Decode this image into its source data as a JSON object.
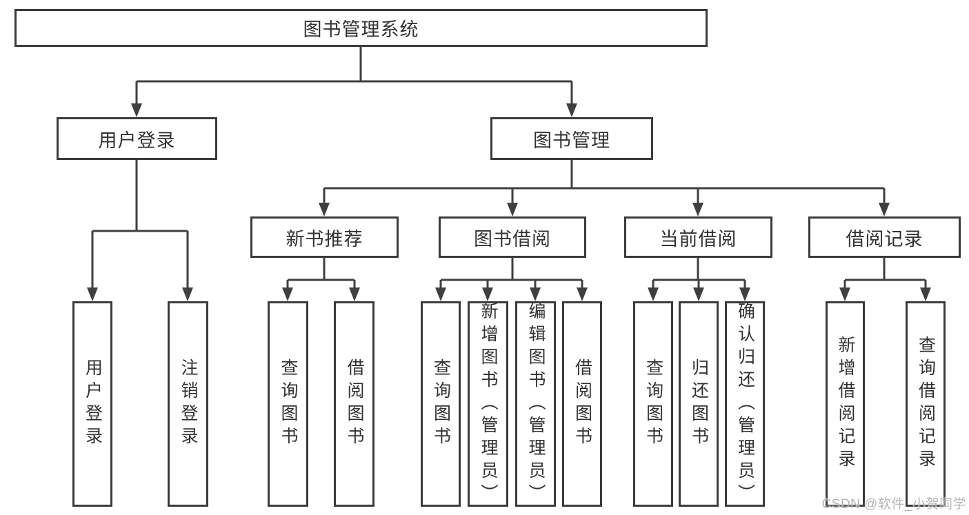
{
  "root": {
    "label": "图书管理系统"
  },
  "level2": {
    "user_login": {
      "label": "用户登录",
      "children": [
        {
          "label": "用户登录"
        },
        {
          "label": "注销登录"
        }
      ]
    },
    "book_mgmt": {
      "label": "图书管理",
      "sections": [
        {
          "label": "新书推荐",
          "children": [
            {
              "label": "查询图书"
            },
            {
              "label": "借阅图书"
            }
          ]
        },
        {
          "label": "图书借阅",
          "children": [
            {
              "label": "查询图书"
            },
            {
              "label": "新增图书（管理员）"
            },
            {
              "label": "编辑图书（管理员）"
            },
            {
              "label": "借阅图书"
            }
          ]
        },
        {
          "label": "当前借阅",
          "children": [
            {
              "label": "查询图书"
            },
            {
              "label": "归还图书"
            },
            {
              "label": "确认归还（管理员）"
            }
          ]
        },
        {
          "label": "借阅记录",
          "children": [
            {
              "label": "新增借阅记录"
            },
            {
              "label": "查询借阅记录"
            }
          ]
        }
      ]
    }
  },
  "watermark": "CSDN @软件_小贺同学",
  "colors": {
    "line": "#3f3f3f",
    "box_border": "#3a3a3a",
    "text": "#323232",
    "watermark": "#b5b5b5",
    "background": "#ffffff"
  }
}
